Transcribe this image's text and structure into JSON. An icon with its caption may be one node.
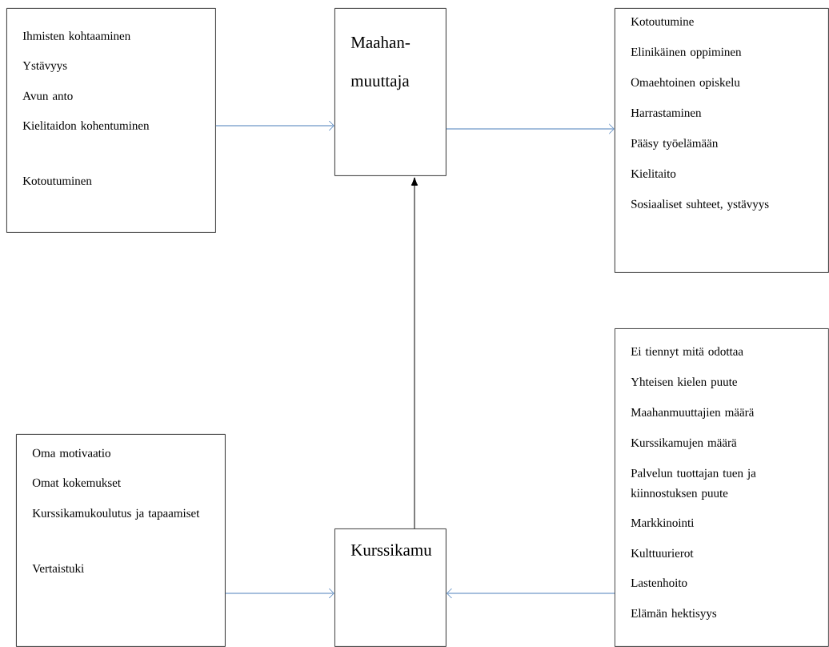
{
  "diagram": {
    "nodes": [
      {
        "text": [
          "Ihmisten kohtaaminen",
          "Ystävyys",
          "Avun anto",
          "Kielitaidon kohentuminen",
          "Kotoutuminen"
        ]
      },
      {
        "text": [
          "Maahan-muuttaja"
        ]
      },
      {
        "text": [
          "Kotoutumine",
          "Elinikäinen oppiminen",
          "Omaehtoinen opiskelu",
          "Harrastaminen",
          "Pääsy työelämään",
          "Kielitaito",
          "Sosiaaliset suhteet, ystävyys"
        ]
      },
      {
        "text": [
          "Oma motivaatio",
          "Omat kokemukset",
          "Kurssikamukoulutus ja tapaamiset",
          "Vertaistuki"
        ]
      },
      {
        "text": [
          "Kurssikamu"
        ]
      },
      {
        "text": [
          "Ei tiennyt mitä odottaa",
          "Yhteisen kielen puute",
          "Maahanmuuttajien määrä",
          "Kurssikamujen määrä",
          "Palvelun tuottajan tuen ja kiinnostuksen puute",
          "Markkinointi",
          "Kulttuurierot",
          "Lastenhoito",
          "Elämän hektisyys"
        ]
      }
    ],
    "edges": [
      {
        "from": 0,
        "to": 1,
        "arrow": "to"
      },
      {
        "from": 1,
        "to": 2,
        "arrow": "to"
      },
      {
        "from": 4,
        "to": 1,
        "arrow": "to",
        "color": "#000000"
      },
      {
        "from": 3,
        "to": 4,
        "arrow": "to"
      },
      {
        "from": 5,
        "to": 4,
        "arrow": "to"
      }
    ]
  }
}
